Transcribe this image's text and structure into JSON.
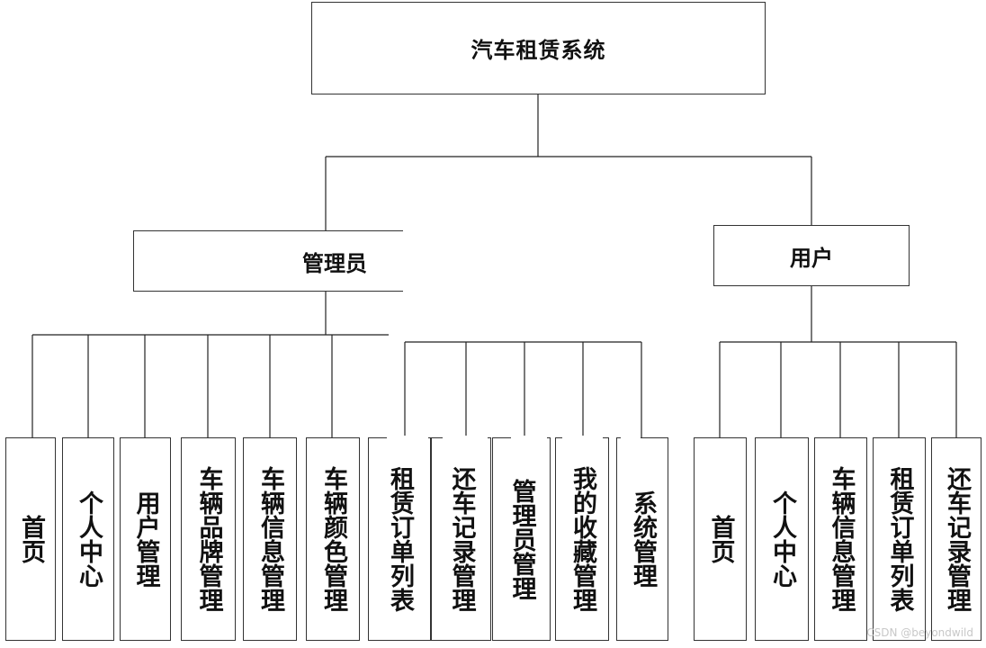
{
  "root": "汽车租赁系统",
  "admin": {
    "label": "管理员",
    "items": [
      "首页",
      "个人中心",
      "用户管理",
      "车辆品牌管理",
      "车辆信息管理",
      "车辆颜色管理",
      "租赁订单列表",
      "还车记录管理",
      "管理员管理",
      "我的收藏管理",
      "系统管理"
    ]
  },
  "user": {
    "label": "用户",
    "items": [
      "首页",
      "个人中心",
      "车辆信息管理",
      "租赁订单列表",
      "还车记录管理"
    ]
  },
  "watermark": "CSDN @beyondwild"
}
